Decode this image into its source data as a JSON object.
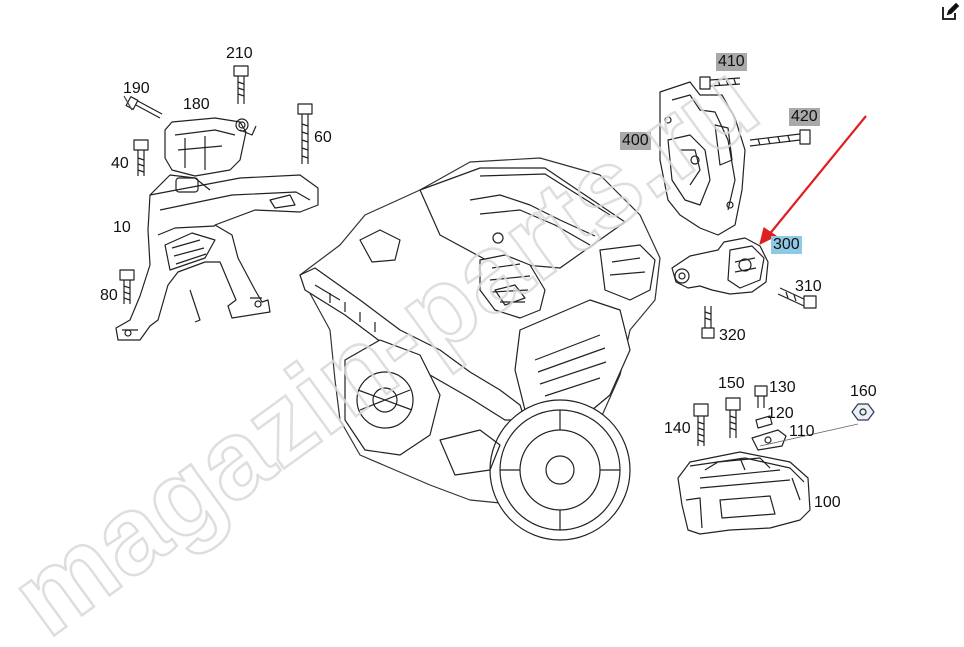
{
  "toolbar": {
    "edit_icon": "edit-icon"
  },
  "watermark": {
    "text": "magazin-parts.ru"
  },
  "callouts": {
    "c10": "10",
    "c40": "40",
    "c60": "60",
    "c80": "80",
    "c100": "100",
    "c110": "110",
    "c120": "120",
    "c130": "130",
    "c140": "140",
    "c150": "150",
    "c160": "160",
    "c180": "180",
    "c190": "190",
    "c210": "210",
    "c300": "300",
    "c310": "310",
    "c320": "320",
    "c400": "400",
    "c410": "410",
    "c420": "420"
  },
  "highlight": {
    "selected_part": "300",
    "arrow_color": "#e02020",
    "selected_color": "#8ec9e6",
    "marked_color": "#a9a9a9"
  }
}
